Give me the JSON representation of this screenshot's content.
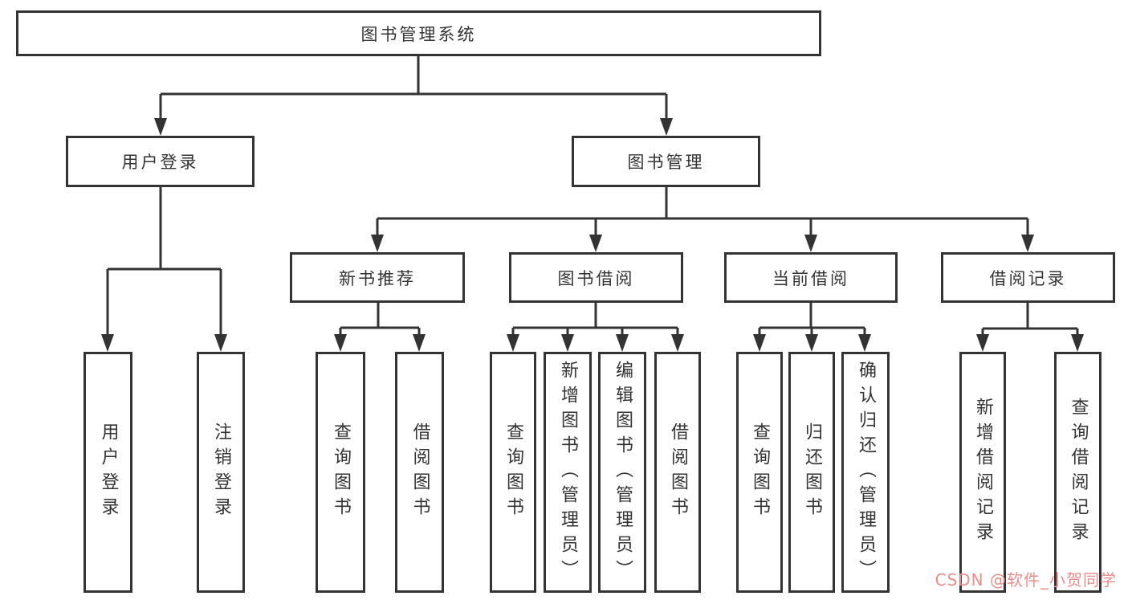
{
  "tree": {
    "label": "图书管理系统",
    "children": [
      {
        "label": "用户登录",
        "children": [
          {
            "label": "用户登录"
          },
          {
            "label": "注销登录"
          }
        ]
      },
      {
        "label": "图书管理",
        "children": [
          {
            "label": "新书推荐",
            "children": [
              {
                "label": "查询图书"
              },
              {
                "label": "借阅图书"
              }
            ]
          },
          {
            "label": "图书借阅",
            "children": [
              {
                "label": "查询图书"
              },
              {
                "label": "新增图书（管理员）"
              },
              {
                "label": "编辑图书（管理员）"
              },
              {
                "label": "借阅图书"
              }
            ]
          },
          {
            "label": "当前借阅",
            "children": [
              {
                "label": "查询图书"
              },
              {
                "label": "归还图书"
              },
              {
                "label": "确认归还（管理员）"
              }
            ]
          },
          {
            "label": "借阅记录",
            "children": [
              {
                "label": "新增借阅记录"
              },
              {
                "label": "查询借阅记录"
              }
            ]
          }
        ]
      }
    ]
  },
  "watermark": {
    "text": "CSDN @软件_小贺同学",
    "color": "#ee8c8c"
  },
  "colors": {
    "line": "#333333",
    "box_border": "#333333",
    "text": "#333333",
    "background": "#ffffff"
  }
}
